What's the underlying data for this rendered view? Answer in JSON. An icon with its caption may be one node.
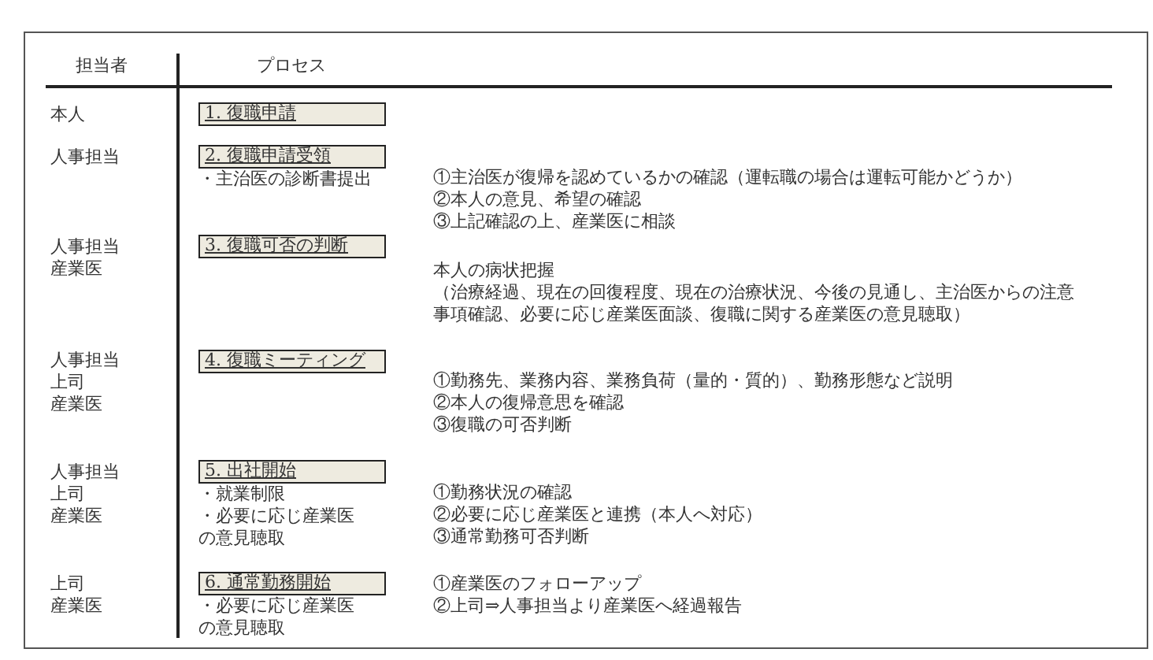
{
  "diagram": {
    "nodes": [
      {
        "text": [
          "1. 復職申請"
        ]
      },
      {
        "text": [
          "2. 復職申請受領"
        ],
        "beside": [
          "・主治医の診断書提出"
        ]
      },
      {
        "text": [
          "3. 復職可否の判断"
        ]
      },
      {
        "text": [
          "4. 復職ミーティング"
        ]
      },
      {
        "text": [
          "5. 出社開始"
        ],
        "beside": [
          "・就業制限",
          "・必要に応じ産業医の意見聴取"
        ]
      },
      {
        "text": [
          "6. 通常勤務開始"
        ],
        "beside": [
          "・必要に応じ産業医の意見聴取"
        ]
      }
    ],
    "labels": [
      "担当者",
      "プロセス",
      "本人",
      "人事担当",
      "①主治医が復帰を認めているかの確認（運転職の場合は運転可能かどうか）",
      "②本人の意見、希望の確認",
      "③上記確認の上、産業医に相談",
      "人事担当",
      "産業医",
      "本人の病状把握",
      "（治療経過、現在の回復程度、現在の治療状況、今後の見通し、主治医からの注意事項確認、必要に応じ産業医面談、復職に関する産業医の意見聴取）",
      "人事担当",
      "上司",
      "産業医",
      "①勤務先、業務内容、業務負荷（量的・質的）、勤務形態など説明",
      "②本人の復帰意思を確認",
      "③復職の可否判断",
      "人事担当",
      "上司",
      "産業医",
      "①勤務状況の確認",
      "②必要に応じ産業医と連携（本人へ対応）",
      "③通常勤務可否判断",
      "上司",
      "産業医",
      "①産業医のフォローアップ",
      "②上司⇒人事担当より産業医へ経過報告"
    ]
  }
}
